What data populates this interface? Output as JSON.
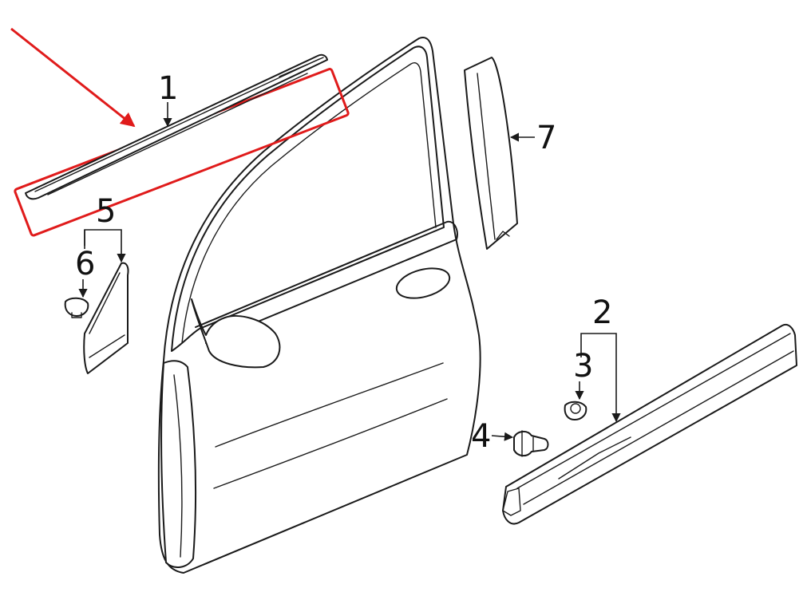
{
  "callouts": {
    "c1": "1",
    "c2": "2",
    "c3": "3",
    "c4": "4",
    "c5": "5",
    "c6": "6",
    "c7": "7"
  },
  "colors": {
    "highlight": "#e01b1b",
    "ink": "#1a1a1a",
    "background": "#ffffff"
  }
}
